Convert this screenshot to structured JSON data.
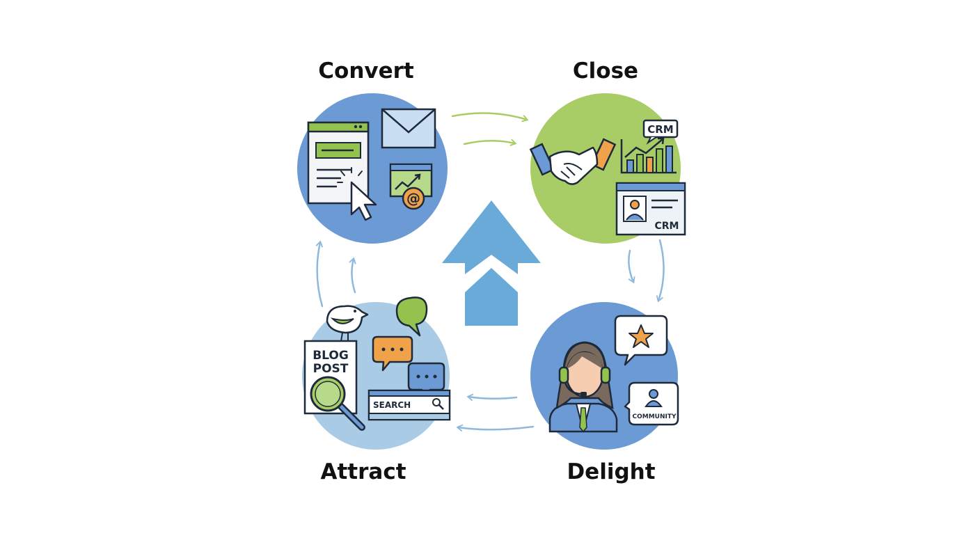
{
  "stages": {
    "convert": {
      "label": "Convert"
    },
    "close": {
      "label": "Close",
      "crm_badge": "CRM",
      "crm_card": "CRM"
    },
    "attract": {
      "label": "Attract",
      "blog_line1": "BLOG",
      "blog_line2": "POST",
      "search": "SEARCH"
    },
    "delight": {
      "label": "Delight",
      "community": "COMMUNITY"
    }
  },
  "icons": [
    "browser-window-icon",
    "envelope-icon",
    "cursor-icon",
    "at-sign-icon",
    "handshake-icon",
    "bar-chart-icon",
    "contact-card-icon",
    "bird-icon",
    "magnifier-icon",
    "speech-bubble-icon",
    "star-icon",
    "agent-headset-icon",
    "user-icon",
    "up-arrow-icon"
  ],
  "colors": {
    "blue_circle": "#6b9ad4",
    "light_blue_circle": "#a9cbe6",
    "green_circle": "#a8cc66",
    "green_accent": "#93c24e",
    "orange_accent": "#f0a24a",
    "center_arrow": "#6aaad8",
    "cycle_arrow": "#8fb9dc",
    "outline": "#1e2a3a"
  }
}
